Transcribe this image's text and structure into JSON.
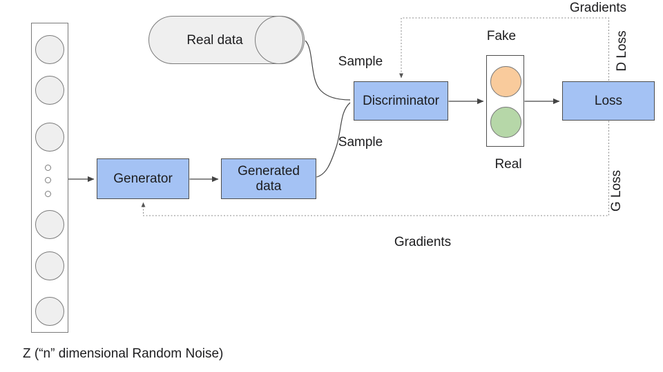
{
  "nodes": {
    "noise_caption": "Z (“n” dimensional Random Noise)",
    "real_data": "Real data",
    "generator": "Generator",
    "generated_data": "Generated data",
    "discriminator": "Discriminator",
    "loss": "Loss"
  },
  "labels": {
    "sample_top": "Sample",
    "sample_bottom": "Sample",
    "fake": "Fake",
    "real": "Real",
    "gradients_top": "Gradients",
    "gradients_bottom": "Gradients",
    "d_loss": "D Loss",
    "g_loss": "G Loss"
  },
  "colors": {
    "node_fill": "#a4c2f4",
    "node_border": "#4d4d4d",
    "shape_fill": "#efefef",
    "shape_border": "#7a7a7a",
    "fake_circle": "#f9cb9c",
    "real_circle": "#b6d7a8",
    "connector": "#444444",
    "gradient_line": "#8a8a8a"
  }
}
